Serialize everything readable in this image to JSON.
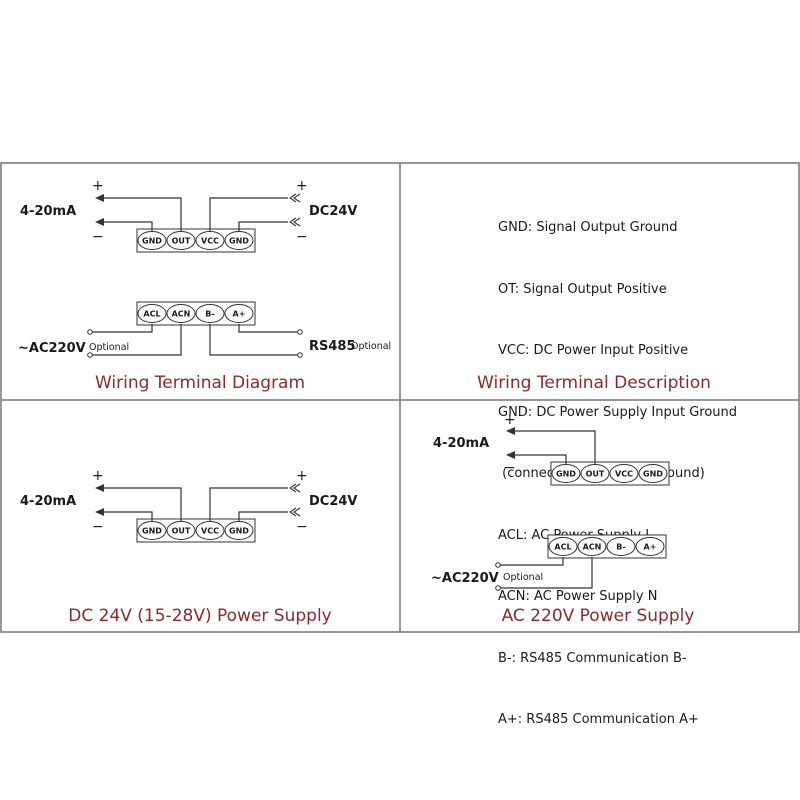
{
  "panels": {
    "top_left": {
      "title": "Wiring Terminal Diagram",
      "signal_label": "4-20mA",
      "power_label": "DC24V",
      "ac_label": "~AC220V",
      "ac_optional": "Optional",
      "rs485_label": "RS485",
      "rs485_optional": "Optional",
      "plus": "+",
      "minus": "−",
      "top_terminals": [
        "GND",
        "OUT",
        "VCC",
        "GND"
      ],
      "bottom_terminals": [
        "ACL",
        "ACN",
        "B-",
        "A+"
      ]
    },
    "top_right": {
      "title": "Wiring Terminal Description",
      "lines": [
        "GND: Signal Output Ground",
        "OT: Signal Output Positive",
        "VCC: DC Power Input Positive",
        "GND: DC Power Supply Input Ground",
        " (connected with signal ground)",
        "ACL: AC Power Supply L",
        "ACN: AC Power Supply N",
        "B-: RS485 Communication B-",
        "A+: RS485 Communication A+"
      ]
    },
    "bottom_left": {
      "title": "DC 24V (15-28V) Power Supply",
      "signal_label": "4-20mA",
      "power_label": "DC24V",
      "plus": "+",
      "minus": "−",
      "terminals": [
        "GND",
        "OUT",
        "VCC",
        "GND"
      ]
    },
    "bottom_right": {
      "title": "AC 220V Power Supply",
      "signal_label": "4-20mA",
      "ac_label": "~AC220V",
      "ac_optional": "Optional",
      "plus": "+",
      "minus": "−",
      "top_terminals": [
        "GND",
        "OUT",
        "VCC",
        "GND"
      ],
      "bottom_terminals": [
        "ACL",
        "ACN",
        "B-",
        "A+"
      ]
    }
  }
}
